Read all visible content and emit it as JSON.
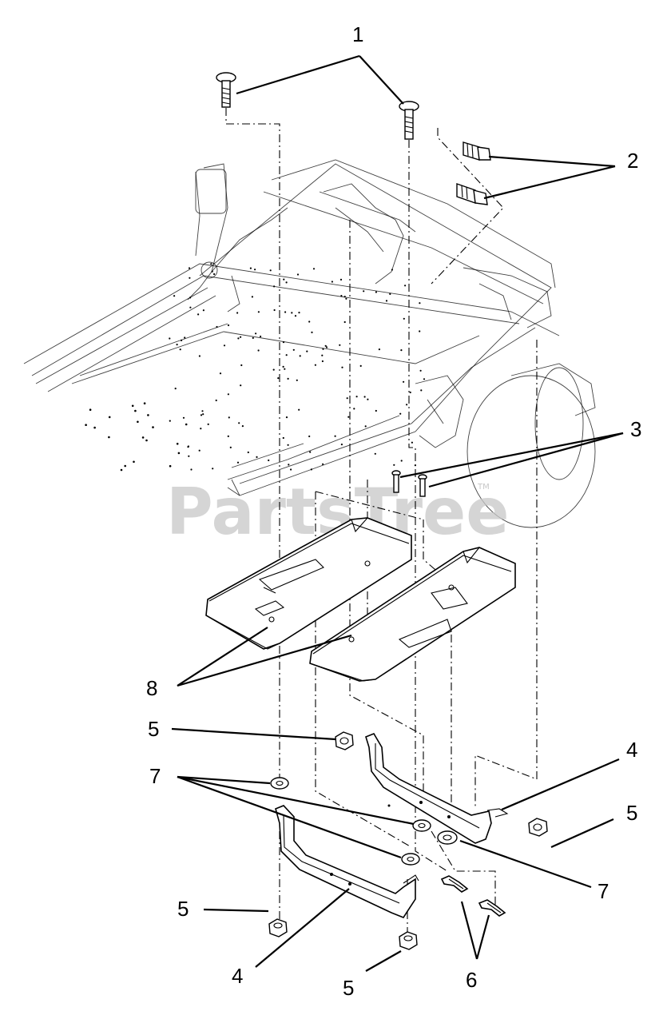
{
  "watermark": {
    "text": "PartsTree",
    "tm": "TM"
  },
  "callouts": {
    "c1": "1",
    "c2": "2",
    "c3": "3",
    "c4a": "4",
    "c4b": "4",
    "c5a": "5",
    "c5b": "5",
    "c5c": "5",
    "c5d": "5",
    "c6": "6",
    "c7a": "7",
    "c7b": "7",
    "c8": "8"
  }
}
